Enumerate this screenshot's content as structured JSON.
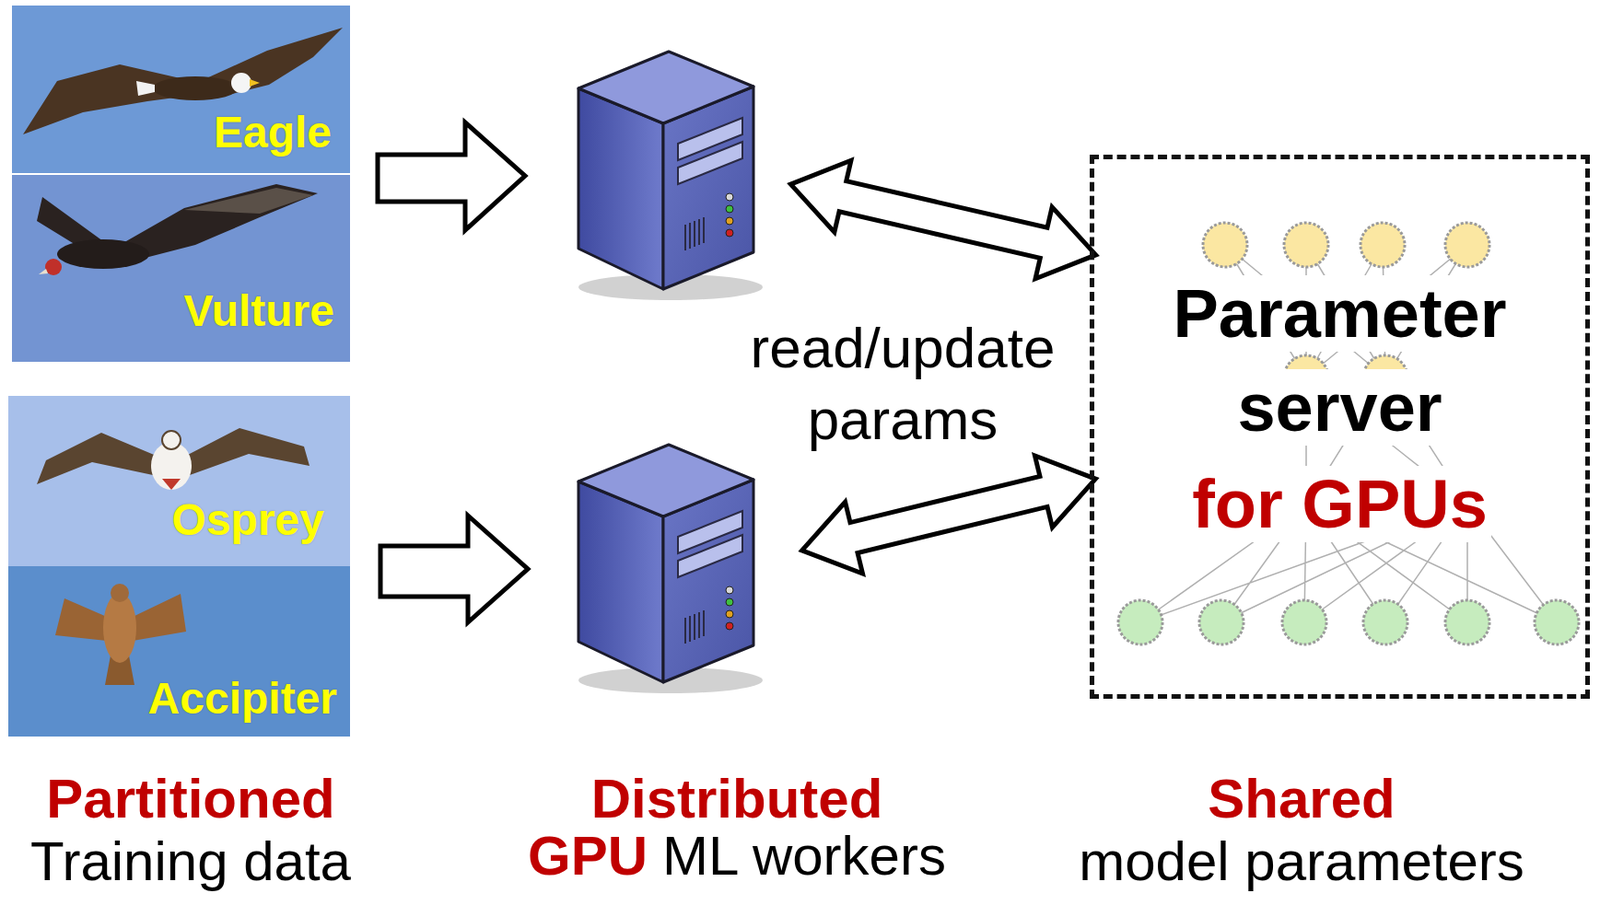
{
  "diagram": {
    "nodes": [
      {
        "text": [
          "Eagle"
        ]
      },
      {
        "text": [
          "Vulture"
        ]
      },
      {
        "text": [
          "Osprey"
        ]
      },
      {
        "text": [
          "Accipiter"
        ]
      },
      {
        "text": [
          "Parameter server",
          "for GPUs"
        ]
      }
    ],
    "labels": [
      "read/update params",
      "Partitioned",
      "Training data",
      "Distributed",
      "GPU",
      "ML workers",
      "Shared",
      "model parameters"
    ]
  }
}
